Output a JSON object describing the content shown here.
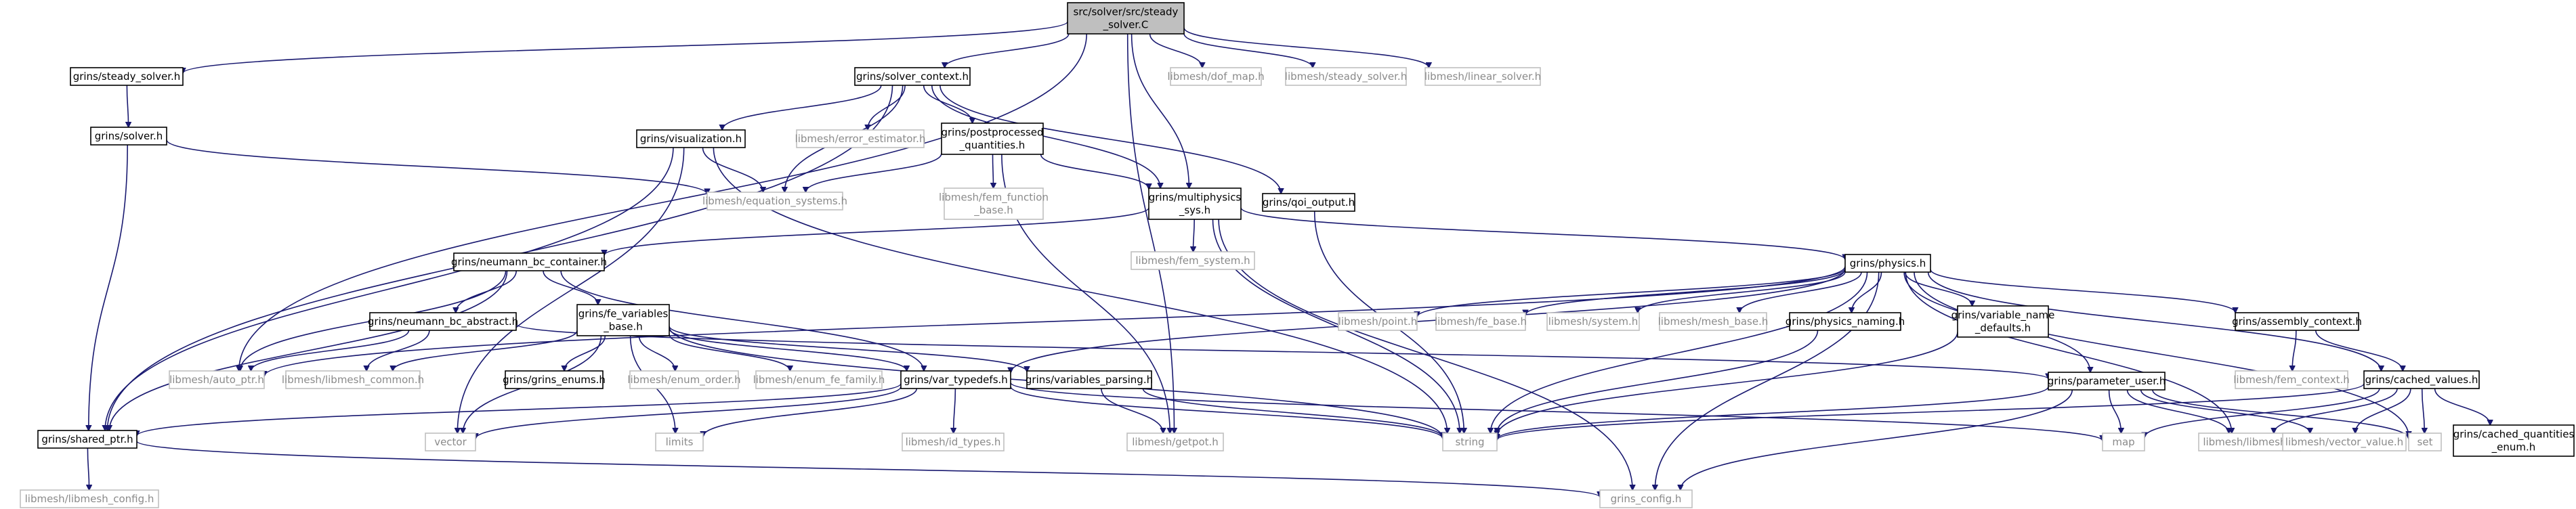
{
  "graph": {
    "nodes": [
      {
        "id": "root",
        "lines": [
          "src/solver/src/steady",
          "_solver.C"
        ],
        "kind": "root"
      },
      {
        "id": "steady_solver",
        "lines": [
          "grins/steady_solver.h"
        ],
        "kind": "local"
      },
      {
        "id": "solver_context",
        "lines": [
          "grins/solver_context.h"
        ],
        "kind": "local"
      },
      {
        "id": "dof_map",
        "lines": [
          "libmesh/dof_map.h"
        ],
        "kind": "sys"
      },
      {
        "id": "lm_steady_solver",
        "lines": [
          "libmesh/steady_solver.h"
        ],
        "kind": "sys"
      },
      {
        "id": "linear_solver",
        "lines": [
          "libmesh/linear_solver.h"
        ],
        "kind": "sys"
      },
      {
        "id": "solver",
        "lines": [
          "grins/solver.h"
        ],
        "kind": "local"
      },
      {
        "id": "visualization",
        "lines": [
          "grins/visualization.h"
        ],
        "kind": "local"
      },
      {
        "id": "error_estimator",
        "lines": [
          "libmesh/error_estimator.h"
        ],
        "kind": "sys"
      },
      {
        "id": "postprocessed",
        "lines": [
          "grins/postprocessed",
          "_quantities.h"
        ],
        "kind": "local"
      },
      {
        "id": "qoi_output",
        "lines": [
          "grins/qoi_output.h"
        ],
        "kind": "local"
      },
      {
        "id": "equation_systems",
        "lines": [
          "libmesh/equation_systems.h"
        ],
        "kind": "sys"
      },
      {
        "id": "fem_function_base",
        "lines": [
          "libmesh/fem_function",
          "_base.h"
        ],
        "kind": "sys"
      },
      {
        "id": "multiphysics",
        "lines": [
          "grins/multiphysics",
          "_sys.h"
        ],
        "kind": "local"
      },
      {
        "id": "fem_system",
        "lines": [
          "libmesh/fem_system.h"
        ],
        "kind": "sys"
      },
      {
        "id": "neumann_container",
        "lines": [
          "grins/neumann_bc_container.h"
        ],
        "kind": "local"
      },
      {
        "id": "physics",
        "lines": [
          "grins/physics.h"
        ],
        "kind": "local"
      },
      {
        "id": "neumann_abstract",
        "lines": [
          "grins/neumann_bc_abstract.h"
        ],
        "kind": "local"
      },
      {
        "id": "fe_variables_base",
        "lines": [
          "grins/fe_variables",
          "_base.h"
        ],
        "kind": "local"
      },
      {
        "id": "point",
        "lines": [
          "libmesh/point.h"
        ],
        "kind": "sys"
      },
      {
        "id": "fe_base",
        "lines": [
          "libmesh/fe_base.h"
        ],
        "kind": "sys"
      },
      {
        "id": "lm_system",
        "lines": [
          "libmesh/system.h"
        ],
        "kind": "sys"
      },
      {
        "id": "mesh_base",
        "lines": [
          "libmesh/mesh_base.h"
        ],
        "kind": "sys"
      },
      {
        "id": "physics_naming",
        "lines": [
          "grins/physics_naming.h"
        ],
        "kind": "local"
      },
      {
        "id": "variable_name_defaults",
        "lines": [
          "grins/variable_name",
          "_defaults.h"
        ],
        "kind": "local"
      },
      {
        "id": "assembly_context",
        "lines": [
          "grins/assembly_context.h"
        ],
        "kind": "local"
      },
      {
        "id": "auto_ptr",
        "lines": [
          "libmesh/auto_ptr.h"
        ],
        "kind": "sys"
      },
      {
        "id": "libmesh_common",
        "lines": [
          "libmesh/libmesh_common.h"
        ],
        "kind": "sys"
      },
      {
        "id": "grins_enums",
        "lines": [
          "grins/grins_enums.h"
        ],
        "kind": "local"
      },
      {
        "id": "enum_order",
        "lines": [
          "libmesh/enum_order.h"
        ],
        "kind": "sys"
      },
      {
        "id": "enum_fe_family",
        "lines": [
          "libmesh/enum_fe_family.h"
        ],
        "kind": "sys"
      },
      {
        "id": "var_typedefs",
        "lines": [
          "grins/var_typedefs.h"
        ],
        "kind": "local"
      },
      {
        "id": "variables_parsing",
        "lines": [
          "grins/variables_parsing.h"
        ],
        "kind": "local"
      },
      {
        "id": "parameter_user",
        "lines": [
          "grins/parameter_user.h"
        ],
        "kind": "local"
      },
      {
        "id": "fem_context",
        "lines": [
          "libmesh/fem_context.h"
        ],
        "kind": "sys"
      },
      {
        "id": "cached_values",
        "lines": [
          "grins/cached_values.h"
        ],
        "kind": "local"
      },
      {
        "id": "shared_ptr",
        "lines": [
          "grins/shared_ptr.h"
        ],
        "kind": "local"
      },
      {
        "id": "vector",
        "lines": [
          "vector"
        ],
        "kind": "sys"
      },
      {
        "id": "limits",
        "lines": [
          "limits"
        ],
        "kind": "sys"
      },
      {
        "id": "id_types",
        "lines": [
          "libmesh/id_types.h"
        ],
        "kind": "sys"
      },
      {
        "id": "getpot",
        "lines": [
          "libmesh/getpot.h"
        ],
        "kind": "sys"
      },
      {
        "id": "string",
        "lines": [
          "string"
        ],
        "kind": "sys"
      },
      {
        "id": "map",
        "lines": [
          "map"
        ],
        "kind": "sys"
      },
      {
        "id": "lm_libmesh",
        "lines": [
          "libmesh/libmesh.h"
        ],
        "kind": "sys"
      },
      {
        "id": "vector_value",
        "lines": [
          "libmesh/vector_value.h"
        ],
        "kind": "sys"
      },
      {
        "id": "set",
        "lines": [
          "set"
        ],
        "kind": "sys"
      },
      {
        "id": "cached_quantities_enum",
        "lines": [
          "grins/cached_quantities",
          "_enum.h"
        ],
        "kind": "local"
      },
      {
        "id": "libmesh_config",
        "lines": [
          "libmesh/libmesh_config.h"
        ],
        "kind": "sys"
      },
      {
        "id": "grins_config",
        "lines": [
          "grins_config.h"
        ],
        "kind": "sys"
      }
    ],
    "edges": [
      [
        "root",
        "steady_solver"
      ],
      [
        "root",
        "solver_context"
      ],
      [
        "root",
        "dof_map"
      ],
      [
        "root",
        "lm_steady_solver"
      ],
      [
        "root",
        "linear_solver"
      ],
      [
        "root",
        "auto_ptr"
      ],
      [
        "root",
        "getpot"
      ],
      [
        "root",
        "multiphysics"
      ],
      [
        "steady_solver",
        "solver"
      ],
      [
        "solver",
        "shared_ptr"
      ],
      [
        "solver",
        "equation_systems"
      ],
      [
        "solver_context",
        "visualization"
      ],
      [
        "solver_context",
        "error_estimator"
      ],
      [
        "solver_context",
        "postprocessed"
      ],
      [
        "solver_context",
        "qoi_output"
      ],
      [
        "solver_context",
        "equation_systems"
      ],
      [
        "solver_context",
        "shared_ptr"
      ],
      [
        "solver_context",
        "multiphysics"
      ],
      [
        "visualization",
        "equation_systems"
      ],
      [
        "visualization",
        "shared_ptr"
      ],
      [
        "visualization",
        "string"
      ],
      [
        "visualization",
        "vector"
      ],
      [
        "postprocessed",
        "equation_systems"
      ],
      [
        "postprocessed",
        "fem_function_base"
      ],
      [
        "postprocessed",
        "multiphysics"
      ],
      [
        "postprocessed",
        "getpot"
      ],
      [
        "qoi_output",
        "string"
      ],
      [
        "multiphysics",
        "fem_system"
      ],
      [
        "multiphysics",
        "neumann_container"
      ],
      [
        "multiphysics",
        "physics"
      ],
      [
        "multiphysics",
        "grins_config"
      ],
      [
        "multiphysics",
        "string"
      ],
      [
        "neumann_container",
        "neumann_abstract"
      ],
      [
        "neumann_container",
        "fe_variables_base"
      ],
      [
        "neumann_container",
        "auto_ptr"
      ],
      [
        "neumann_container",
        "shared_ptr"
      ],
      [
        "neumann_container",
        "var_typedefs"
      ],
      [
        "neumann_abstract",
        "auto_ptr"
      ],
      [
        "neumann_abstract",
        "libmesh_common"
      ],
      [
        "neumann_abstract",
        "parameter_user"
      ],
      [
        "fe_variables_base",
        "grins_enums"
      ],
      [
        "fe_variables_base",
        "enum_order"
      ],
      [
        "fe_variables_base",
        "enum_fe_family"
      ],
      [
        "fe_variables_base",
        "var_typedefs"
      ],
      [
        "fe_variables_base",
        "variables_parsing"
      ],
      [
        "fe_variables_base",
        "libmesh_common"
      ],
      [
        "fe_variables_base",
        "string"
      ],
      [
        "fe_variables_base",
        "vector"
      ],
      [
        "fe_variables_base",
        "limits"
      ],
      [
        "physics",
        "point"
      ],
      [
        "physics",
        "fe_base"
      ],
      [
        "physics",
        "lm_system"
      ],
      [
        "physics",
        "mesh_base"
      ],
      [
        "physics",
        "physics_naming"
      ],
      [
        "physics",
        "variable_name_defaults"
      ],
      [
        "physics",
        "assembly_context"
      ],
      [
        "physics",
        "parameter_user"
      ],
      [
        "physics",
        "cached_values"
      ],
      [
        "physics",
        "var_typedefs"
      ],
      [
        "physics",
        "auto_ptr"
      ],
      [
        "physics",
        "string"
      ],
      [
        "physics",
        "set"
      ],
      [
        "physics",
        "lm_libmesh"
      ],
      [
        "physics",
        "grins_config"
      ],
      [
        "physics_naming",
        "string"
      ],
      [
        "variable_name_defaults",
        "string"
      ],
      [
        "assembly_context",
        "fem_context"
      ],
      [
        "assembly_context",
        "cached_values"
      ],
      [
        "var_typedefs",
        "shared_ptr"
      ],
      [
        "var_typedefs",
        "id_types"
      ],
      [
        "var_typedefs",
        "limits"
      ],
      [
        "var_typedefs",
        "vector"
      ],
      [
        "var_typedefs",
        "string"
      ],
      [
        "var_typedefs",
        "map"
      ],
      [
        "variables_parsing",
        "getpot"
      ],
      [
        "variables_parsing",
        "string"
      ],
      [
        "parameter_user",
        "map"
      ],
      [
        "parameter_user",
        "lm_libmesh"
      ],
      [
        "parameter_user",
        "vector_value"
      ],
      [
        "parameter_user",
        "string"
      ],
      [
        "parameter_user",
        "grins_config"
      ],
      [
        "parameter_user",
        "set"
      ],
      [
        "cached_values",
        "cached_quantities_enum"
      ],
      [
        "cached_values",
        "lm_libmesh"
      ],
      [
        "cached_values",
        "vector_value"
      ],
      [
        "cached_values",
        "set"
      ],
      [
        "cached_values",
        "map"
      ],
      [
        "cached_values",
        "string"
      ],
      [
        "shared_ptr",
        "libmesh_config"
      ],
      [
        "shared_ptr",
        "grins_config"
      ]
    ]
  }
}
